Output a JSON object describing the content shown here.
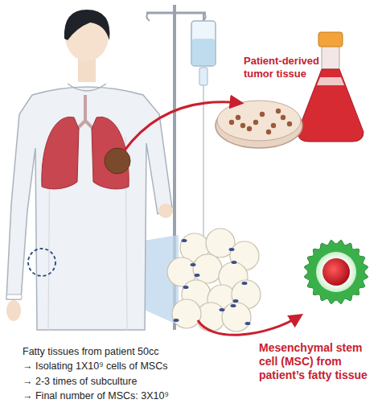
{
  "diagram": {
    "labels": [
      "Patient-derived tumor tissue",
      "Fatty tissues from patient 50cc",
      "→ Isolating 1X10⁹ cells of MSCs",
      "→ 2-3 times of subculture",
      "→ Final number of MSCs: 3X10⁹",
      "Mesenchymal stem cell (MSC) from patient’s fatty tissue"
    ]
  }
}
